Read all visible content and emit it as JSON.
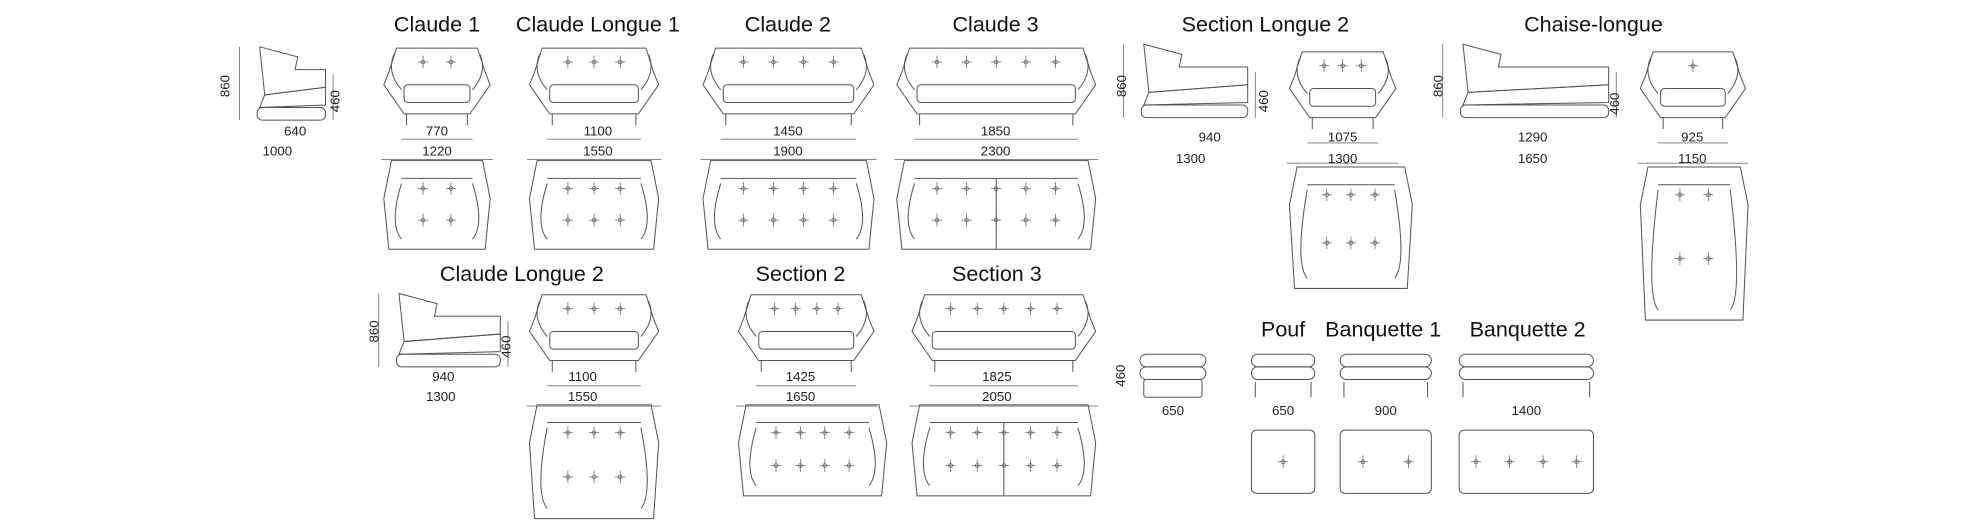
{
  "titles": {
    "claude_1": "Claude 1",
    "claude_longue_1": "Claude Longue 1",
    "claude_2": "Claude 2",
    "claude_3": "Claude 3",
    "section_longue_2": "Section Longue 2",
    "chaise_longue": "Chaise-longue",
    "claude_longue_2": "Claude Longue 2",
    "section_2": "Section 2",
    "section_3": "Section 3",
    "pouf": "Pouf",
    "banquette_1": "Banquette 1",
    "banquette_2": "Banquette 2"
  },
  "dims": {
    "side_main": {
      "height": "860",
      "seat": "460",
      "seat_depth": "640",
      "depth": "1000"
    },
    "claude_1": {
      "inner": "770",
      "width": "1220"
    },
    "claude_longue_1": {
      "inner": "1100",
      "width": "1550"
    },
    "claude_2": {
      "inner": "1450",
      "width": "1900"
    },
    "claude_3": {
      "inner": "1850",
      "width": "2300"
    },
    "section_longue_2_side": {
      "height": "860",
      "seat": "460",
      "seat_depth": "940",
      "depth": "1300"
    },
    "section_longue_2_front": {
      "inner": "1075",
      "width": "1300"
    },
    "chaise_longue_side": {
      "height": "860",
      "seat": "460",
      "seat_depth": "1290",
      "depth": "1650"
    },
    "chaise_longue_front": {
      "inner": "925",
      "width": "1150"
    },
    "claude_longue_2_side": {
      "height": "860",
      "seat": "460",
      "seat_depth": "940",
      "depth": "1300"
    },
    "claude_longue_2_front": {
      "inner": "1100",
      "width": "1550"
    },
    "section_2": {
      "inner": "1425",
      "width": "1650"
    },
    "section_3": {
      "inner": "1825",
      "width": "2050"
    },
    "pouf": {
      "height": "460",
      "width": "650"
    },
    "banquette_pouf": {
      "width": "650"
    },
    "banquette_1": {
      "width": "900"
    },
    "banquette_2": {
      "width": "1400"
    }
  }
}
